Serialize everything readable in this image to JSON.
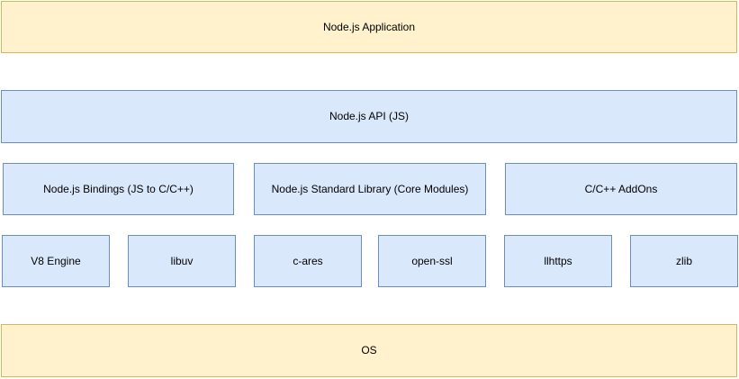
{
  "colors": {
    "yellow_fill": "#FFF2CC",
    "yellow_border": "#D6B656",
    "blue_fill": "#DAE8FC",
    "blue_border": "#6C8EBF",
    "text": "#000000",
    "background": "#FFFFFF"
  },
  "layers": {
    "application": {
      "label": "Node.js Application"
    },
    "api": {
      "label": "Node.js API (JS)"
    },
    "middle": [
      {
        "label": "Node.js Bindings (JS to C/C++)"
      },
      {
        "label": "Node.js Standard Library (Core Modules)"
      },
      {
        "label": "C/C++ AddOns"
      }
    ],
    "components": [
      {
        "label": "V8 Engine"
      },
      {
        "label": "libuv"
      },
      {
        "label": "c-ares"
      },
      {
        "label": "open-ssl"
      },
      {
        "label": "llhttps"
      },
      {
        "label": "zlib"
      }
    ],
    "os": {
      "label": "OS"
    }
  }
}
